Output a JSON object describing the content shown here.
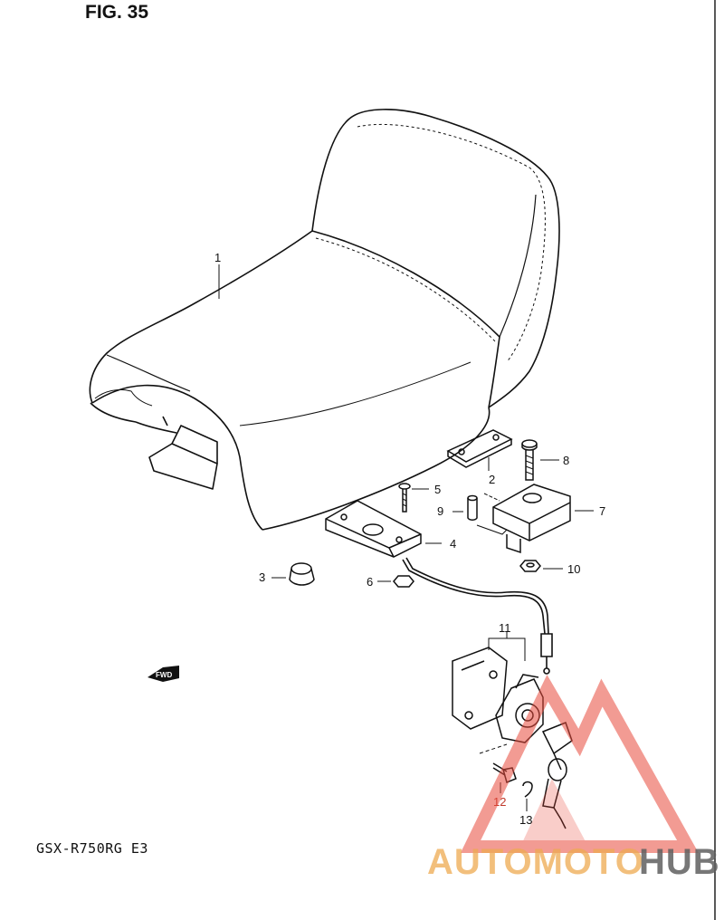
{
  "figure": {
    "title": "FIG. 35",
    "model_code": "GSX-R750RG  E3"
  },
  "callouts": [
    "1",
    "2",
    "3",
    "4",
    "5",
    "6",
    "7",
    "8",
    "9",
    "10",
    "11",
    "12",
    "13"
  ],
  "fwd_label": "FWD",
  "watermark": {
    "text_part1": "AUTOMOTO",
    "text_part2": "HUB",
    "color_part1": "#EEAA50",
    "color_part2": "#5F5F5F",
    "triangle_color": "#E84A3C"
  }
}
